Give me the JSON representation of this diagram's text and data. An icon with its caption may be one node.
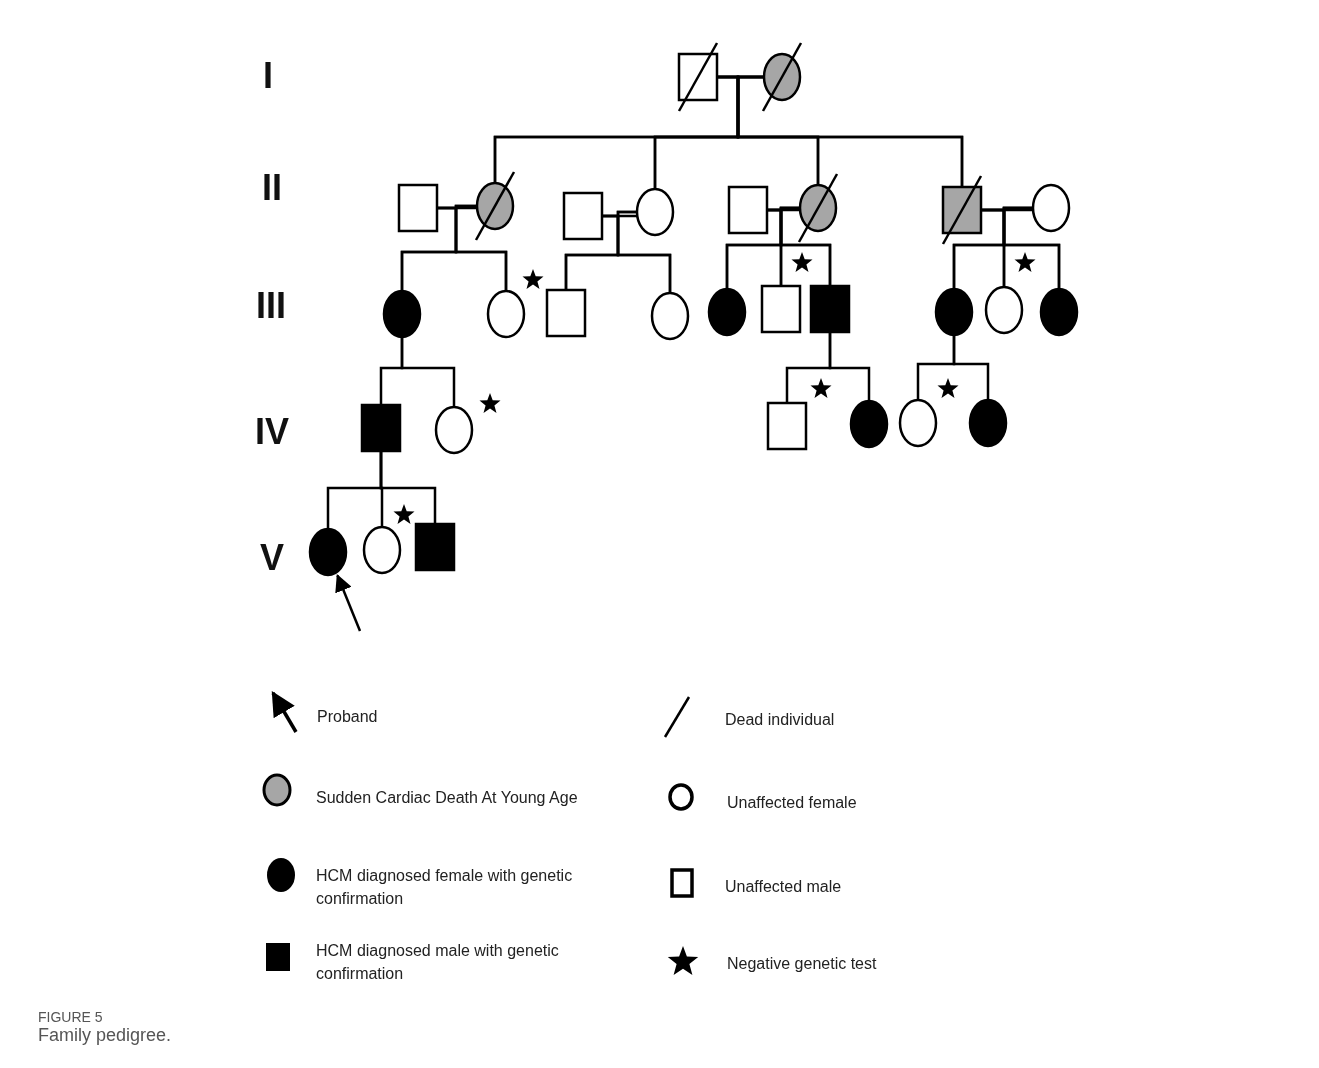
{
  "diagram": {
    "title": "FIGURE 5",
    "caption": "Family pedigree.",
    "nodes": [
      {
        "text": [],
        "shape": "box"
      },
      {
        "text": [],
        "shape": "circle"
      },
      {
        "text": [],
        "shape": "box"
      },
      {
        "text": [],
        "shape": "circle"
      },
      {
        "text": [],
        "shape": "box"
      },
      {
        "text": [],
        "shape": "circle"
      },
      {
        "text": [],
        "shape": "box"
      },
      {
        "text": [],
        "shape": "circle"
      },
      {
        "text": [],
        "shape": "box"
      },
      {
        "text": [],
        "shape": "circle"
      },
      {
        "text": [],
        "shape": "circle"
      },
      {
        "text": [],
        "shape": "circle"
      },
      {
        "text": [],
        "shape": "box"
      },
      {
        "text": [],
        "shape": "circle"
      },
      {
        "text": [],
        "shape": "circle"
      },
      {
        "text": [],
        "shape": "box"
      },
      {
        "text": [],
        "shape": "box"
      },
      {
        "text": [],
        "shape": "circle"
      },
      {
        "text": [],
        "shape": "circle"
      },
      {
        "text": [],
        "shape": "circle"
      },
      {
        "text": [],
        "shape": "box"
      },
      {
        "text": [],
        "shape": "circle"
      },
      {
        "text": [],
        "shape": "box"
      },
      {
        "text": [],
        "shape": "circle"
      },
      {
        "text": [],
        "shape": "circle"
      },
      {
        "text": [],
        "shape": "circle"
      },
      {
        "text": [],
        "shape": "circle"
      },
      {
        "text": [],
        "shape": "circle"
      },
      {
        "text": [],
        "shape": "box"
      }
    ],
    "edges": [
      {
        "from": 0,
        "to": 1,
        "arrow": "none"
      },
      {
        "from": 0,
        "to": 3,
        "arrow": "none"
      },
      {
        "from": 1,
        "to": 3,
        "arrow": "none"
      },
      {
        "from": 0,
        "to": 5,
        "arrow": "none"
      },
      {
        "from": 1,
        "to": 5,
        "arrow": "none"
      },
      {
        "from": 0,
        "to": 7,
        "arrow": "none"
      },
      {
        "from": 1,
        "to": 7,
        "arrow": "none"
      },
      {
        "from": 0,
        "to": 8,
        "arrow": "none"
      },
      {
        "from": 1,
        "to": 8,
        "arrow": "none"
      },
      {
        "from": 2,
        "to": 3,
        "arrow": "none"
      },
      {
        "from": 4,
        "to": 5,
        "arrow": "none"
      },
      {
        "from": 6,
        "to": 7,
        "arrow": "none"
      },
      {
        "from": 8,
        "to": 9,
        "arrow": "none"
      },
      {
        "from": 2,
        "to": 10,
        "arrow": "none"
      },
      {
        "from": 3,
        "to": 10,
        "arrow": "none"
      },
      {
        "from": 2,
        "to": 11,
        "arrow": "none"
      },
      {
        "from": 3,
        "to": 11,
        "arrow": "none"
      },
      {
        "from": 4,
        "to": 12,
        "arrow": "none"
      },
      {
        "from": 5,
        "to": 12,
        "arrow": "none"
      },
      {
        "from": 4,
        "to": 13,
        "arrow": "none"
      },
      {
        "from": 5,
        "to": 13,
        "arrow": "none"
      },
      {
        "from": 6,
        "to": 14,
        "arrow": "none"
      },
      {
        "from": 7,
        "to": 14,
        "arrow": "none"
      },
      {
        "from": 6,
        "to": 15,
        "arrow": "none"
      },
      {
        "from": 7,
        "to": 15,
        "arrow": "none"
      },
      {
        "from": 6,
        "to": 16,
        "arrow": "none"
      },
      {
        "from": 7,
        "to": 16,
        "arrow": "none"
      },
      {
        "from": 8,
        "to": 17,
        "arrow": "none"
      },
      {
        "from": 9,
        "to": 17,
        "arrow": "none"
      },
      {
        "from": 8,
        "to": 18,
        "arrow": "none"
      },
      {
        "from": 9,
        "to": 18,
        "arrow": "none"
      },
      {
        "from": 8,
        "to": 19,
        "arrow": "none"
      },
      {
        "from": 9,
        "to": 19,
        "arrow": "none"
      },
      {
        "from": 10,
        "to": 20,
        "arrow": "none"
      },
      {
        "from": 10,
        "to": 21,
        "arrow": "none"
      },
      {
        "from": 16,
        "to": 22,
        "arrow": "none"
      },
      {
        "from": 16,
        "to": 23,
        "arrow": "none"
      },
      {
        "from": 17,
        "to": 24,
        "arrow": "none"
      },
      {
        "from": 17,
        "to": 25,
        "arrow": "none"
      },
      {
        "from": 20,
        "to": 26,
        "arrow": "none"
      },
      {
        "from": 20,
        "to": 27,
        "arrow": "none"
      },
      {
        "from": 20,
        "to": 28,
        "arrow": "none"
      },
      {
        "from": null,
        "to": 26,
        "arrow": "to"
      }
    ],
    "labels": [
      "I",
      "II",
      "III",
      "IV",
      "V"
    ],
    "legend": [
      {
        "text": "Proband"
      },
      {
        "text": "Dead individual"
      },
      {
        "text": "Sudden Cardiac Death At Young Age"
      },
      {
        "text": "Unaffected female"
      },
      {
        "text": "HCM diagnosed female with genetic confirmation"
      },
      {
        "text": "Unaffected male"
      },
      {
        "text": "HCM diagnosed male with genetic confirmation"
      },
      {
        "text": "Negative genetic test"
      }
    ]
  }
}
